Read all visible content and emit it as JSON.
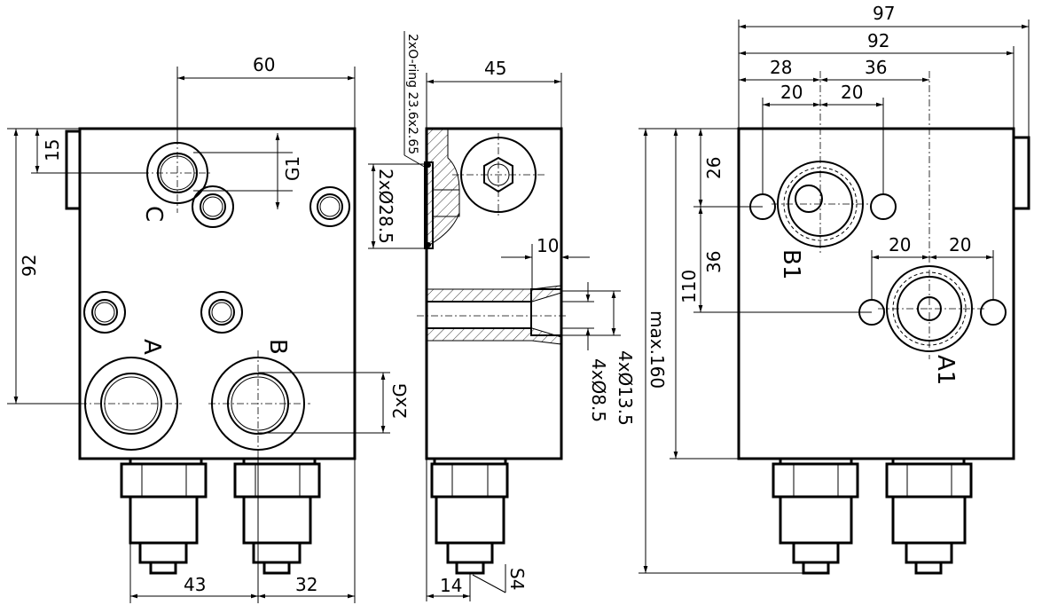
{
  "front_view": {
    "dim_width": "60",
    "dim_top_offset": "15",
    "dim_height": "92",
    "dim_bottom_left": "43",
    "dim_bottom_right": "32",
    "thread_g1": "G1",
    "thread_2xg": "2xG",
    "port_a": "A",
    "port_b": "B",
    "port_c": "C"
  },
  "side_view": {
    "dim_width": "45",
    "oring_note": "2xO-ring  23.6x2.65",
    "dim_oring_dia": "2xØ28.5",
    "dim_depth": "10",
    "dim_bolt_hole": "4xØ8.5",
    "dim_counterbore": "4xØ13.5",
    "dim_wrench": "14",
    "wrench_size": "S4"
  },
  "rear_view": {
    "dim_overall": "97",
    "dim_body": "92",
    "dim_left": "28",
    "dim_mid": "36",
    "dim_hole_spacing_left": "20",
    "dim_hole_spacing_right": "20",
    "dim_hole_spacing2_left": "20",
    "dim_hole_spacing2_right": "20",
    "dim_vert_top": "26",
    "dim_vert_mid": "36",
    "dim_vert_110": "110",
    "dim_max_height": "max.160",
    "port_a1": "A1",
    "port_b1": "B1"
  }
}
